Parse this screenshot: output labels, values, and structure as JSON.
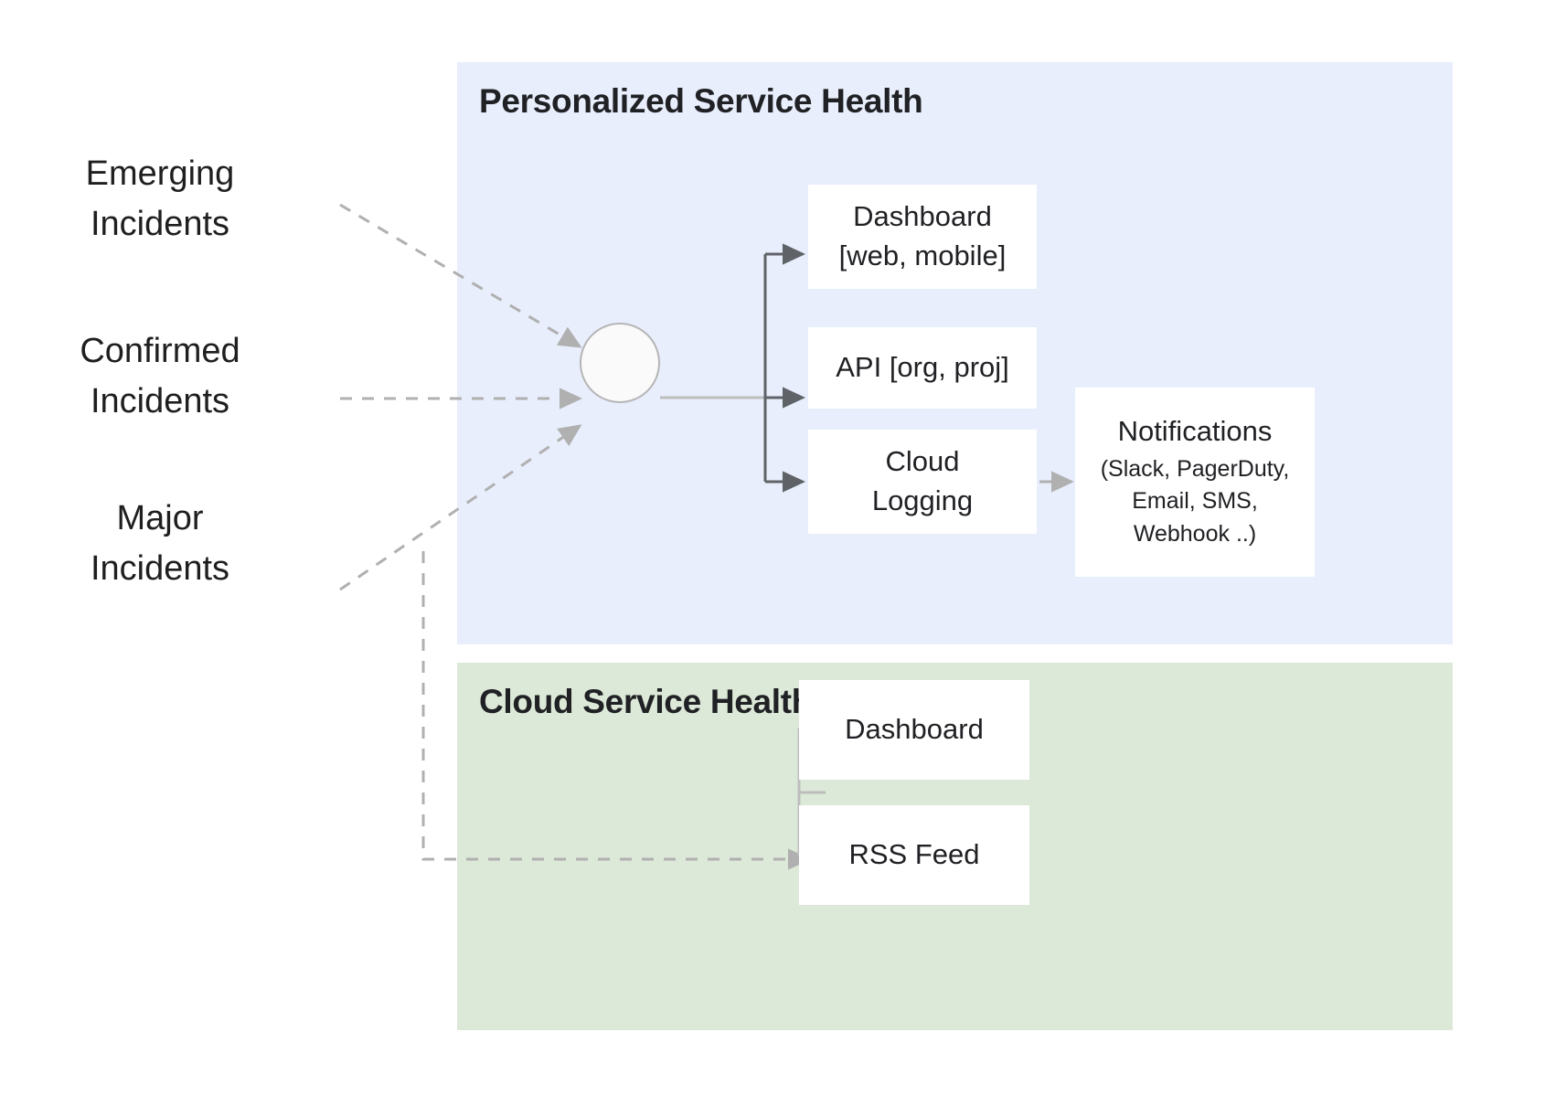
{
  "diagram": {
    "title_semantics": "google-cloud-service-health-architecture",
    "colors": {
      "panel_personalized_bg": "#e8eefc",
      "panel_cloud_bg": "#dde9d8",
      "box_bg": "#ffffff",
      "solid_arrow": "#5f6368",
      "dashed_arrow": "#b0b0b0",
      "light_connector": "#bdbdbd",
      "text": "#202124"
    }
  },
  "inputs": [
    {
      "id": "emerging",
      "label": "Emerging\nIncidents"
    },
    {
      "id": "confirmed",
      "label": "Confirmed\nIncidents"
    },
    {
      "id": "major",
      "label": "Major\nIncidents"
    }
  ],
  "panels": {
    "personalized": {
      "title": "Personalized Service Health",
      "nodes": {
        "dashboard": "Dashboard\n[web, mobile]",
        "api": "API [org, proj]",
        "cloud_logging": "Cloud\nLogging",
        "notifications_title": "Notifications",
        "notifications_sub": "(Slack, PagerDuty,\nEmail, SMS,\nWebhook ..)"
      }
    },
    "cloud": {
      "title": "Cloud Service Health",
      "nodes": {
        "dashboard": "Dashboard",
        "rss": "RSS Feed"
      }
    }
  }
}
